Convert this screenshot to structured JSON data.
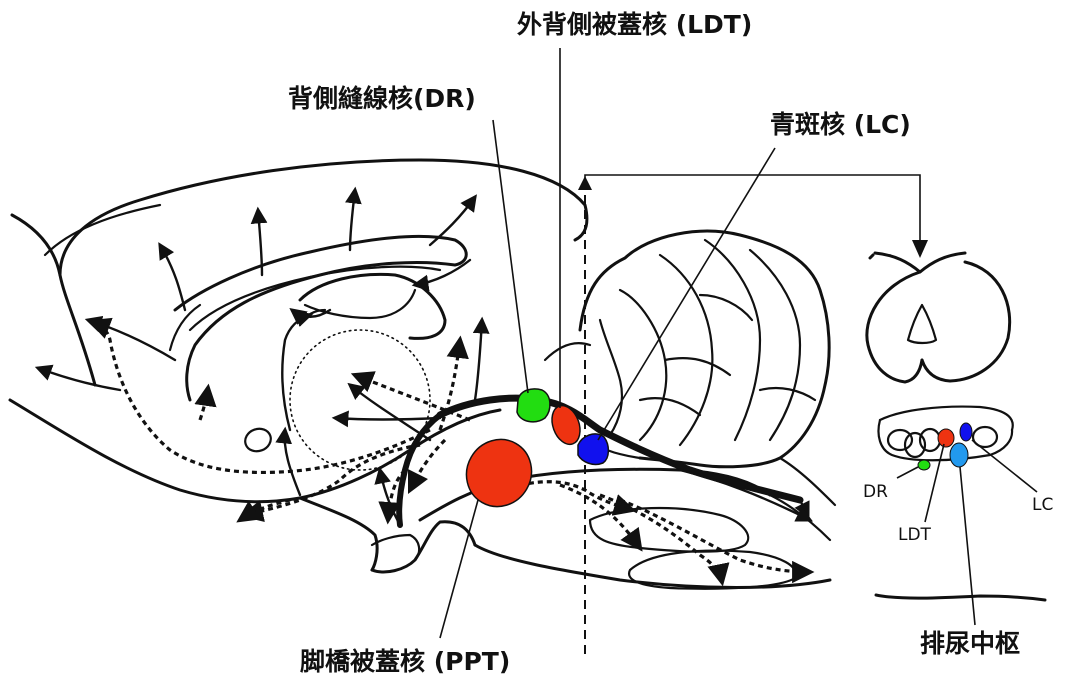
{
  "labels": {
    "ldt": "外背側被蓋核 (LDT)",
    "dr": "背側縫線核(DR)",
    "lc": "青斑核 (LC)",
    "ppt": "脚橋被蓋核 (PPT)",
    "section_dr": "DR",
    "section_ldt": "LDT",
    "section_lc": "LC",
    "micturition_center": "排尿中枢"
  },
  "nuclei": {
    "dr": {
      "name": "DR",
      "color": "#22dd11"
    },
    "ldt": {
      "name": "LDT",
      "color": "#ee3311"
    },
    "lc": {
      "name": "LC",
      "color": "#1111ee"
    },
    "ppt": {
      "name": "PPT",
      "color": "#ee3311"
    },
    "micturition": {
      "name": "排尿中枢",
      "color": "#2299ee"
    }
  }
}
